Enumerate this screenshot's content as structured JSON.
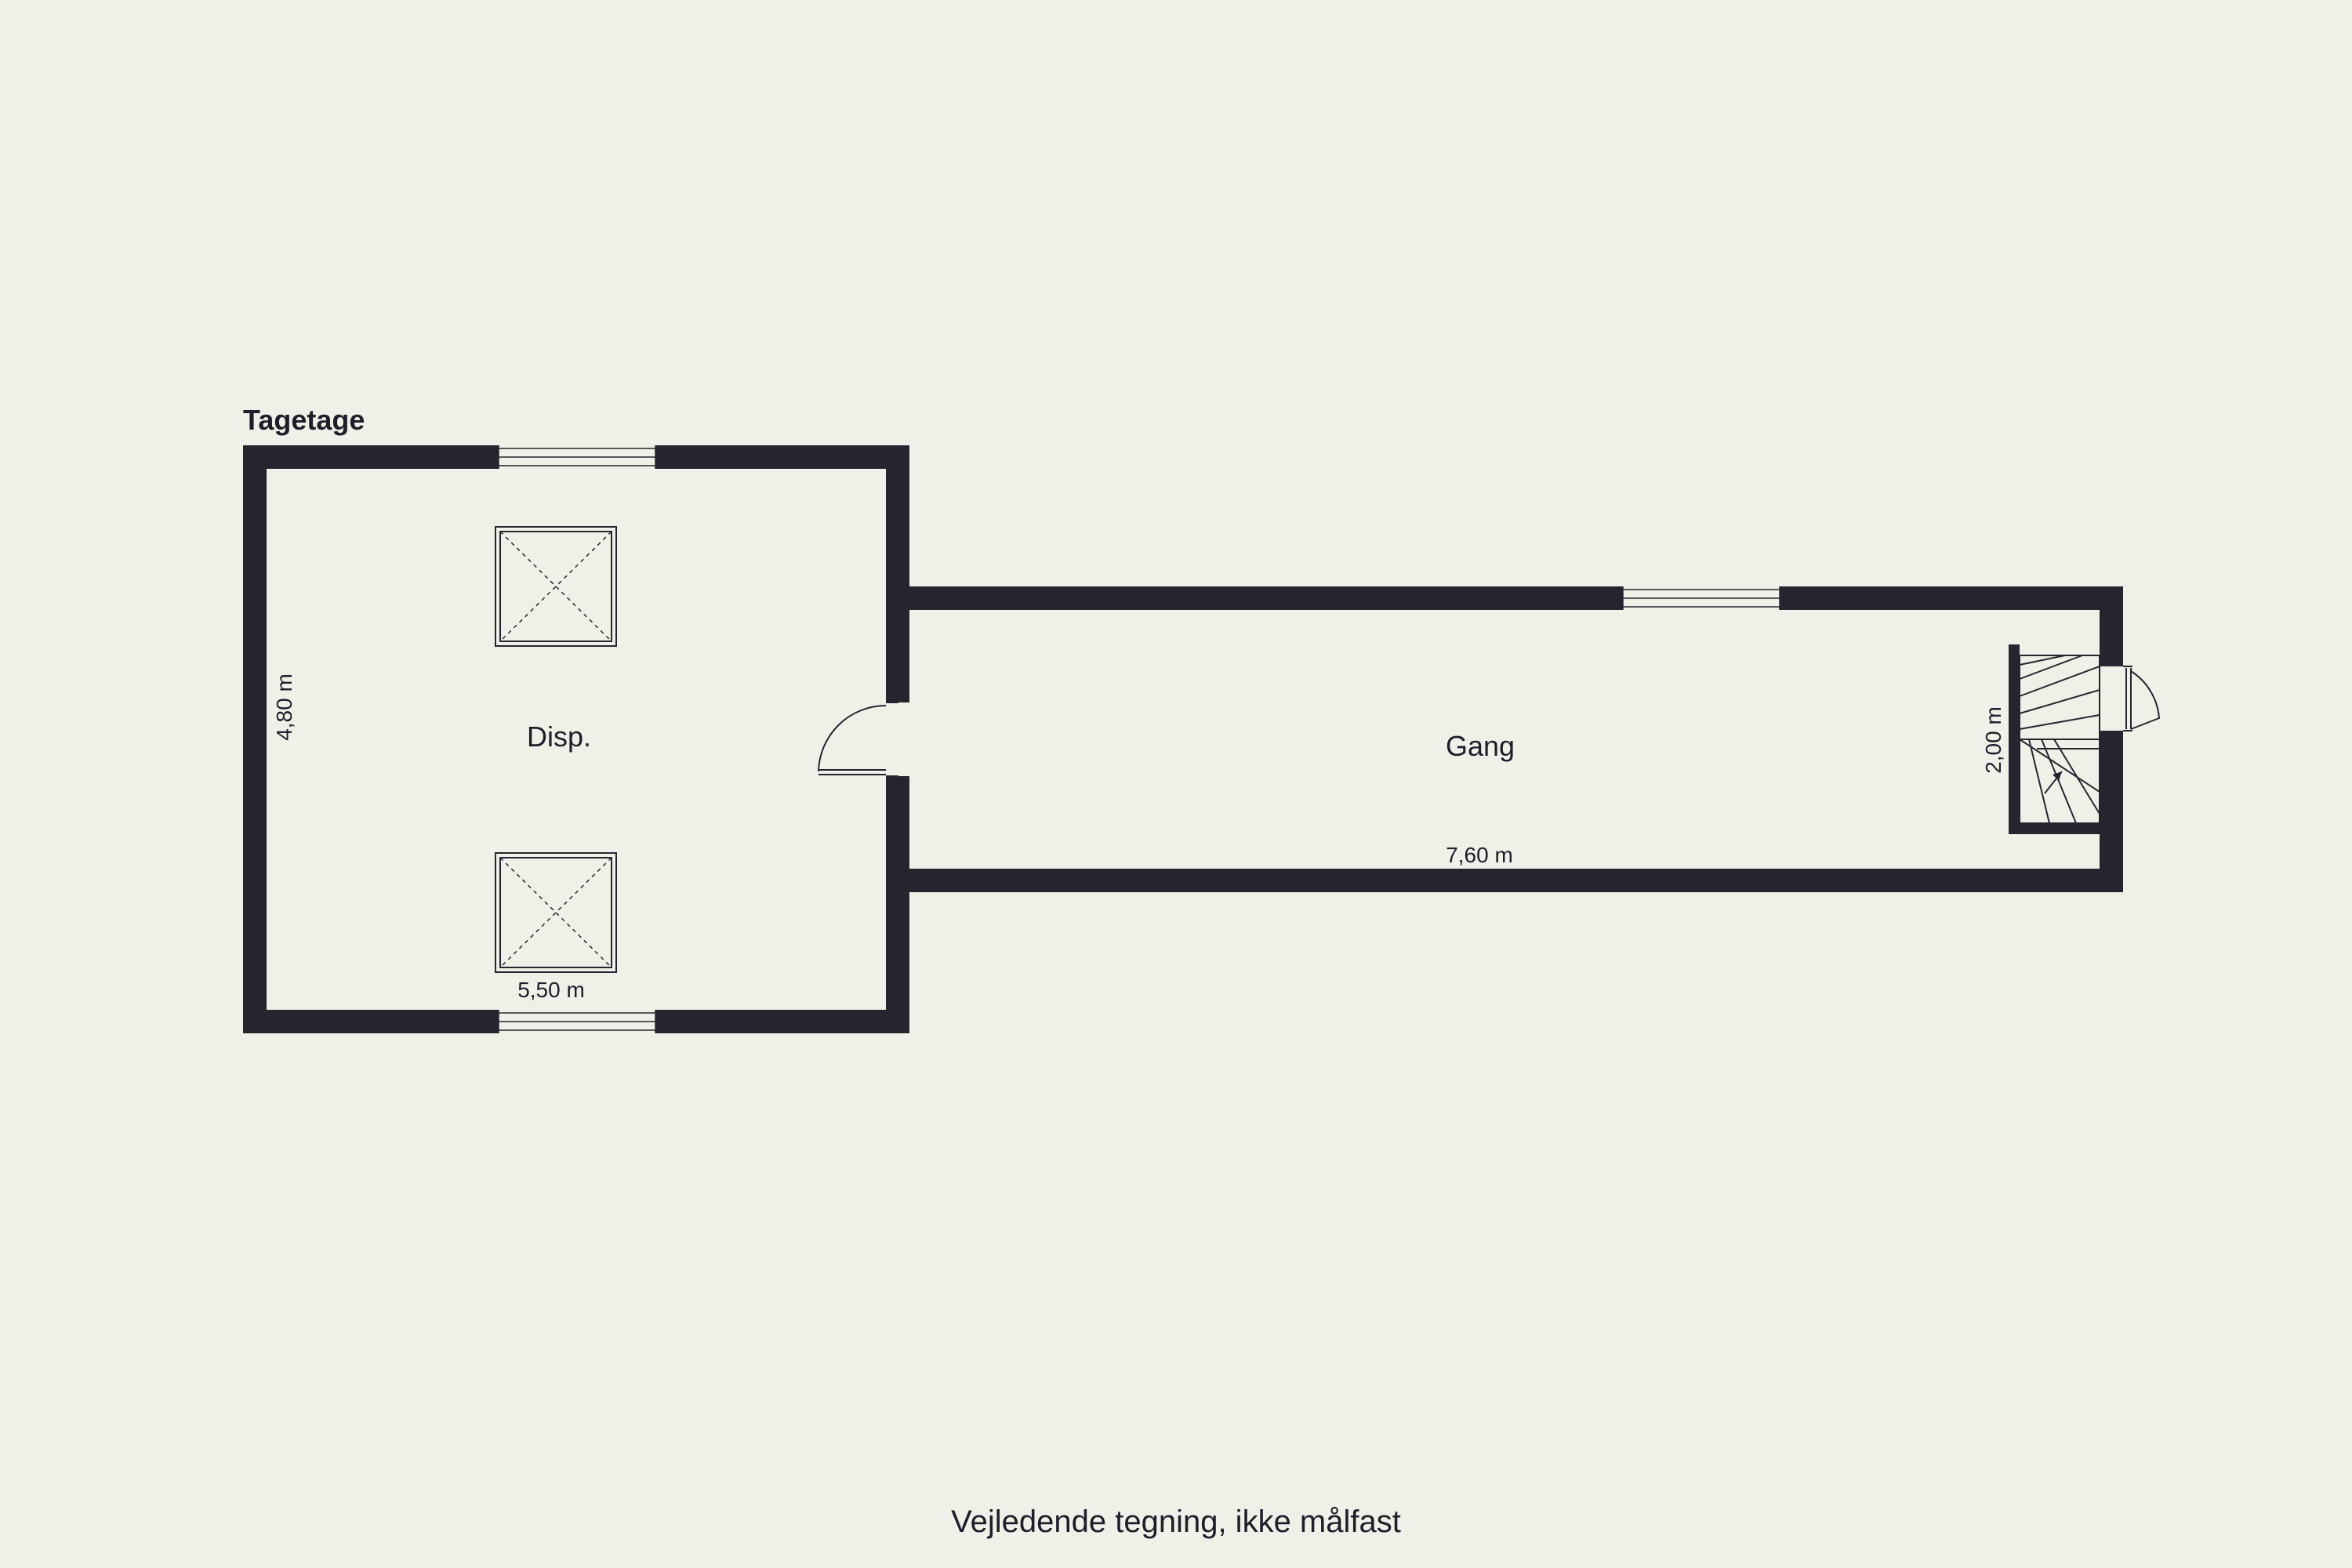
{
  "floor": {
    "title": "Tagetage"
  },
  "rooms": [
    {
      "name": "Disp."
    },
    {
      "name": "Gang"
    }
  ],
  "dimensions": {
    "disp_height": "4,80 m",
    "disp_width": "5,50 m",
    "gang_length": "7,60 m",
    "stair_width": "2,00 m"
  },
  "footer": {
    "disclaimer": "Vejledende tegning, ikke målfast"
  },
  "colors": {
    "background": "#f1f0e8",
    "wall": "#26242f",
    "text": "#1f1d29"
  }
}
